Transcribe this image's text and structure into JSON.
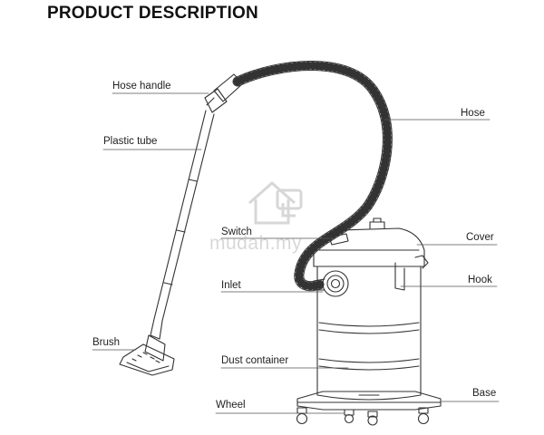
{
  "heading": "PRODUCT DESCRIPTION",
  "labels": {
    "hose_handle": "Hose handle",
    "plastic_tube": "Plastic tube",
    "brush": "Brush",
    "hose": "Hose",
    "switch": "Switch",
    "cover": "Cover",
    "inlet": "Inlet",
    "hook": "Hook",
    "dust_container": "Dust container",
    "base": "Base",
    "wheel": "Wheel"
  },
  "watermark": {
    "text": "mudah.my",
    "icon": "house-icon"
  },
  "colors": {
    "line": "#333333",
    "text": "#222222",
    "watermark": "#bbbbbb"
  }
}
